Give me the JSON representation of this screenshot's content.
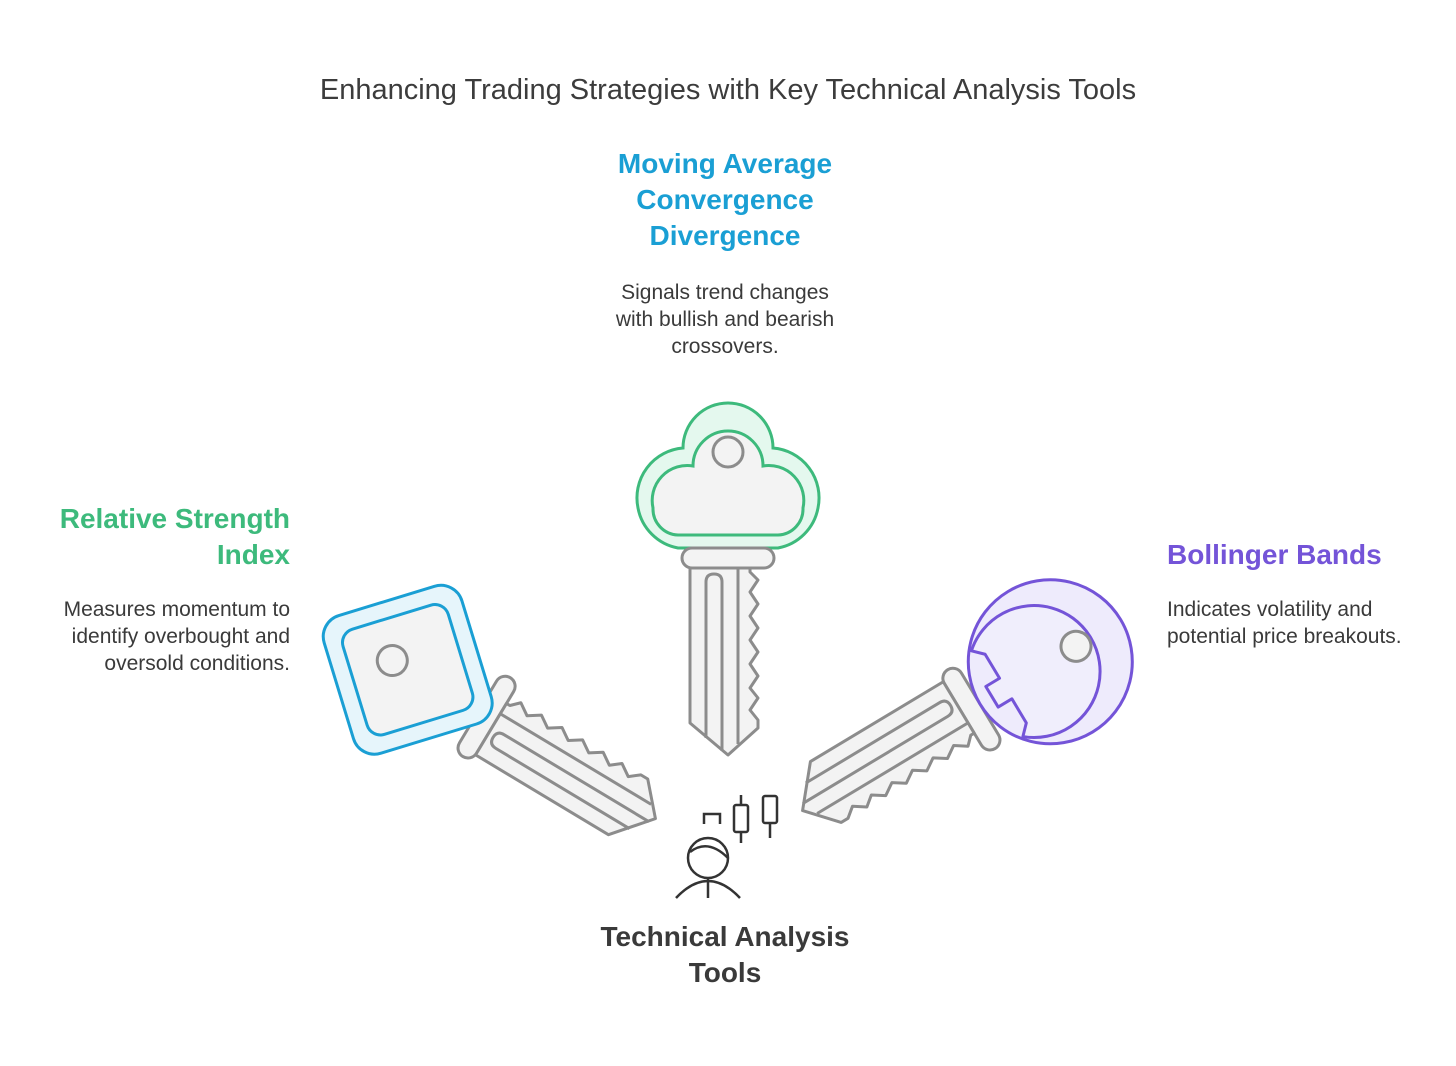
{
  "title": "Enhancing Trading Strategies with Key Technical Analysis Tools",
  "center": {
    "label": "Technical Analysis Tools",
    "icon": "trader-candlestick-icon"
  },
  "items": [
    {
      "heading": "Moving Average Convergence Divergence",
      "description": "Signals trend changes with bullish and bearish crossovers.",
      "color": "#1a9fd4",
      "key_color": "#3dba7c",
      "icon": "cloud-key-icon"
    },
    {
      "heading": "Relative Strength Index",
      "description": "Measures momentum to identify overbought and oversold conditions.",
      "color": "#3dba7c",
      "key_color": "#1a9fd4",
      "icon": "square-key-icon"
    },
    {
      "heading": "Bollinger Bands",
      "description": "Indicates volatility and potential price breakouts.",
      "color": "#7454d8",
      "key_color": "#7454d8",
      "icon": "round-key-icon"
    }
  ]
}
